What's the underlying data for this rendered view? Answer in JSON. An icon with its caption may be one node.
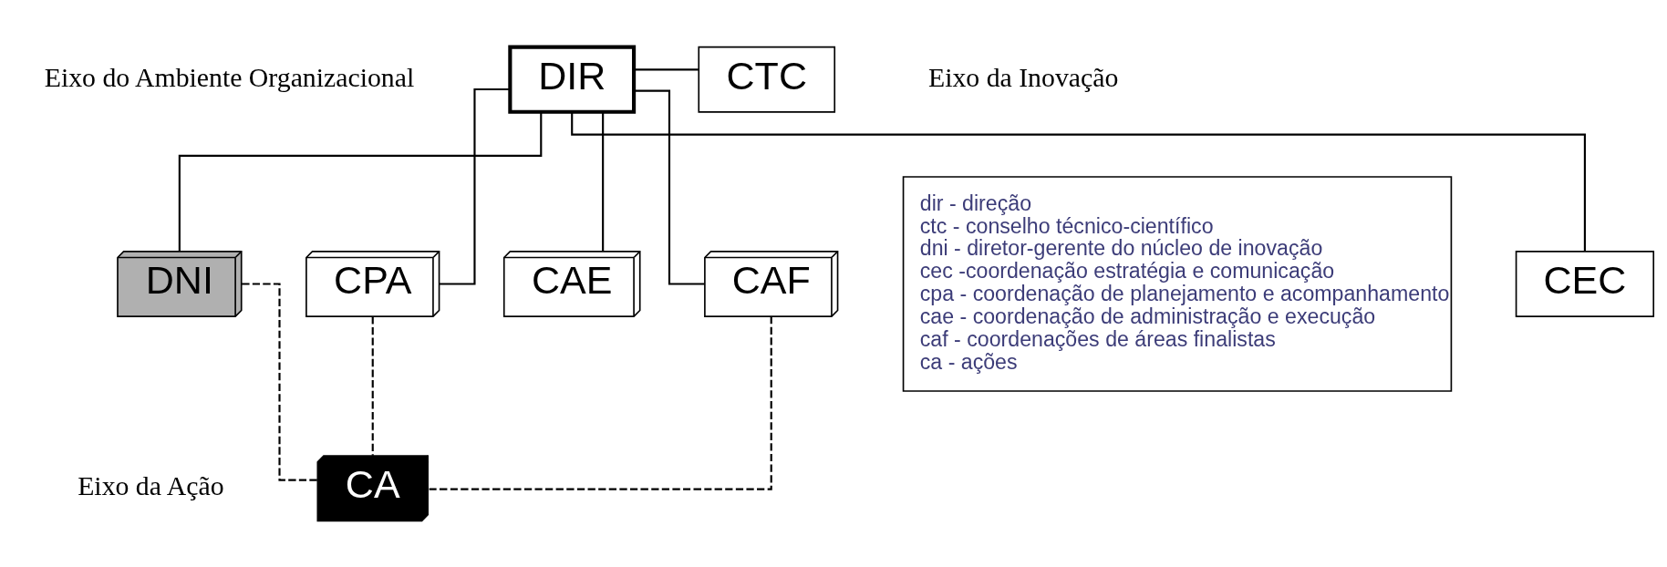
{
  "diagram": {
    "nodes": [
      {
        "text": [
          "DIR"
        ]
      },
      {
        "text": [
          "CTC"
        ]
      },
      {
        "text": [
          "CEC"
        ]
      },
      {
        "text": [
          "DNI"
        ]
      },
      {
        "text": [
          "CPA"
        ]
      },
      {
        "text": [
          "CAE"
        ]
      },
      {
        "text": [
          "CAF"
        ]
      },
      {
        "text": [
          "CA"
        ]
      },
      {
        "text": [
          "dir - direção",
          "ctc - conselho técnico-científico",
          "dni - diretor-gerente do núcleo de inovação",
          "cec -coordenação estratégia e comunicação",
          "cpa - coordenação de planejamento e acompanhamento",
          "cae - coordenação de administração e execução",
          "caf - coordenações de áreas finalistas",
          "ca - ações"
        ]
      }
    ],
    "edges": [
      {
        "from": 0,
        "to": 1,
        "arrow": "none"
      },
      {
        "from": 0,
        "to": 2,
        "arrow": "none"
      },
      {
        "from": 0,
        "to": 3,
        "arrow": "none"
      },
      {
        "from": 0,
        "to": 4,
        "arrow": "none"
      },
      {
        "from": 0,
        "to": 5,
        "arrow": "none"
      },
      {
        "from": 0,
        "to": 6,
        "arrow": "none"
      },
      {
        "from": 4,
        "to": 7,
        "arrow": "none",
        "style": "dashed"
      },
      {
        "from": 6,
        "to": 7,
        "arrow": "none",
        "style": "dashed"
      },
      {
        "from": 3,
        "to": 7,
        "arrow": "none",
        "style": "dashed"
      }
    ],
    "labels": [
      "Eixo do Ambiente Organizacional",
      "Eixo da Inovação",
      "Eixo da Ação"
    ]
  }
}
